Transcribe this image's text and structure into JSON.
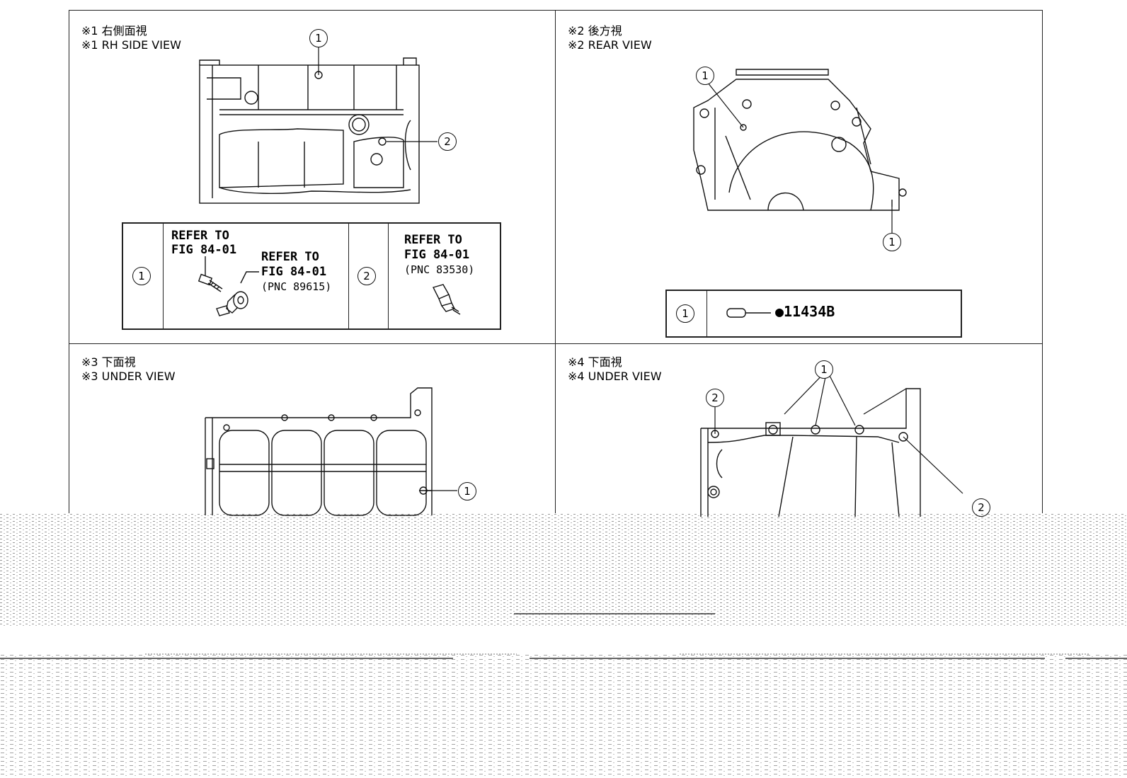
{
  "views": {
    "v1": {
      "jp": "※1 右側面視",
      "en": "※1 RH SIDE VIEW"
    },
    "v2": {
      "jp": "※2 後方視",
      "en": "※2 REAR VIEW"
    },
    "v3": {
      "jp": "※3 下面視",
      "en": "※3 UNDER VIEW"
    },
    "v4": {
      "jp": "※4 下面視",
      "en": "※4 UNDER VIEW"
    }
  },
  "callouts": {
    "one": "1",
    "two": "2"
  },
  "table1": {
    "refer_a_1": "REFER TO",
    "refer_a_2": "FIG 84-01",
    "refer_b_1": "REFER TO",
    "refer_b_2": "FIG 84-01",
    "pnc_b": "(PNC 89615)",
    "refer_c_1": "REFER TO",
    "refer_c_2": "FIG 84-01",
    "pnc_c": "(PNC 83530)"
  },
  "table2": {
    "part": "●11434B"
  },
  "icons": [
    "bolt-icon",
    "sensor-icon",
    "knock-sensor-icon",
    "dowel-pin-icon"
  ]
}
